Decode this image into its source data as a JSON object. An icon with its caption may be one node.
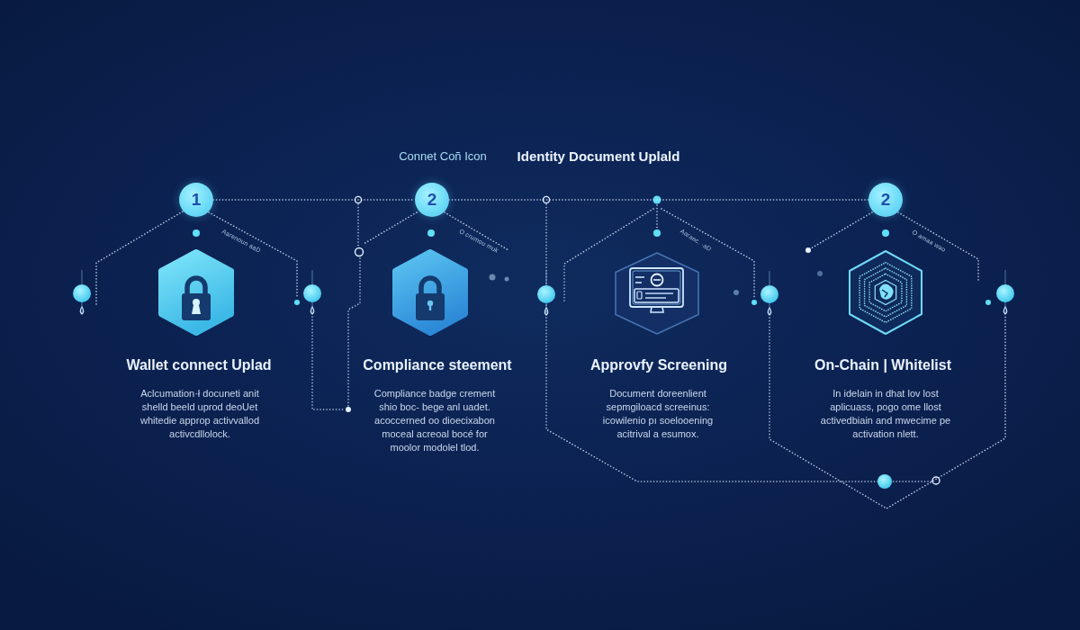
{
  "diagram": {
    "nodes": [
      {
        "text": [
          "1"
        ]
      },
      {
        "text": [
          "2"
        ]
      },
      {
        "text": [
          "2"
        ]
      }
    ],
    "edges": [
      {
        "from": 0,
        "to": 1,
        "arrow": "none",
        "style": "dashed"
      },
      {
        "from": 1,
        "to": 2,
        "arrow": "none",
        "style": "dashed"
      }
    ],
    "labels": [
      "Connet Coñ Icon",
      "Identity Document Uplald",
      "Aarenoun aaD",
      "O crumou muk",
      "Aaraec. ·aD",
      "O amaa wao",
      "Wallet connect Uplad",
      "Compliance steement",
      "Approvfy Screening",
      "On-Chain | Whitelist",
      "Aclcumation·ł docuneti anit shelld beeld uprod deoUet whitedie approp activvallod activcdllolock.",
      "Compliance badge crement shio boc- bege anl uadet. acoccerned oo dioecixabon moceal acreoal bocé for moolor modolel tlod.",
      "Document doreenlient sepmgiloacd screeinus: icowilenio pı soelooening acitrival a esumox.",
      "In idelain in dhat lov lost aplicuass, pogo ome llost activedbiain and mwecime pe activation nlett."
    ]
  }
}
